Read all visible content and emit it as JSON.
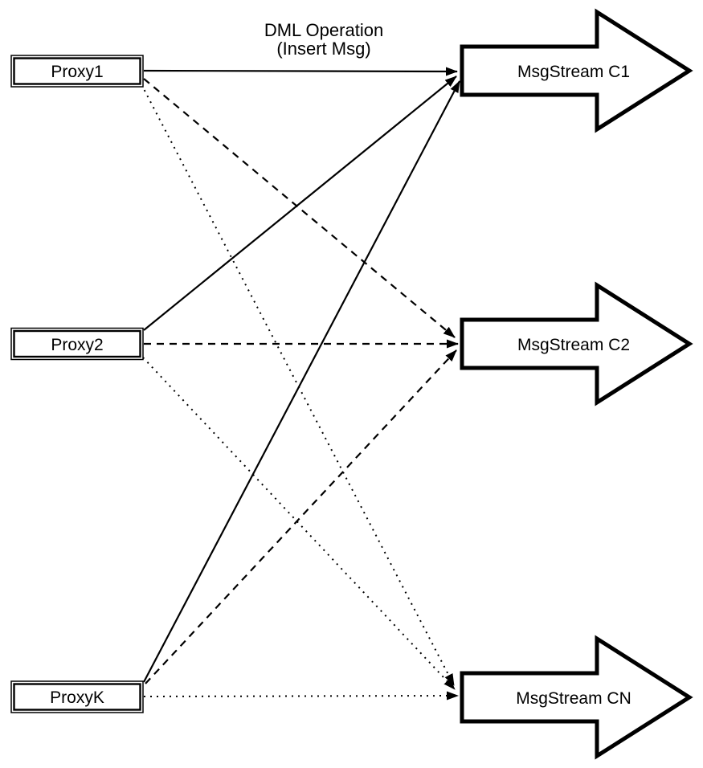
{
  "diagram": {
    "connection_label": {
      "line1": "DML Operation",
      "line2": "(Insert Msg)"
    },
    "proxies": [
      {
        "id": "proxy1",
        "label": "Proxy1"
      },
      {
        "id": "proxy2",
        "label": "Proxy2"
      },
      {
        "id": "proxyk",
        "label": "ProxyK"
      }
    ],
    "streams": [
      {
        "id": "c1",
        "label": "MsgStream C1"
      },
      {
        "id": "c2",
        "label": "MsgStream C2"
      },
      {
        "id": "cn",
        "label": "MsgStream CN"
      }
    ],
    "edges": [
      {
        "from": "Proxy1",
        "to": "MsgStream C1",
        "style": "solid"
      },
      {
        "from": "Proxy2",
        "to": "MsgStream C1",
        "style": "solid"
      },
      {
        "from": "ProxyK",
        "to": "MsgStream C1",
        "style": "solid"
      },
      {
        "from": "Proxy1",
        "to": "MsgStream C2",
        "style": "dashed"
      },
      {
        "from": "Proxy2",
        "to": "MsgStream C2",
        "style": "dashed"
      },
      {
        "from": "ProxyK",
        "to": "MsgStream C2",
        "style": "dashed"
      },
      {
        "from": "Proxy1",
        "to": "MsgStream CN",
        "style": "dotted"
      },
      {
        "from": "Proxy2",
        "to": "MsgStream CN",
        "style": "dotted"
      },
      {
        "from": "ProxyK",
        "to": "MsgStream CN",
        "style": "dotted"
      }
    ],
    "colors": {
      "stroke": "#000000",
      "fill": "#ffffff",
      "background": "#ffffff"
    }
  }
}
